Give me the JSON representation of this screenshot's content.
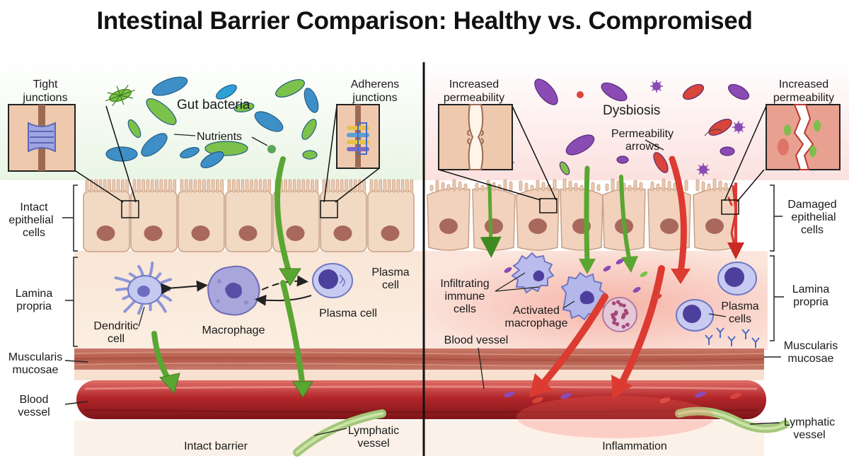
{
  "title": "Intestinal Barrier Comparison: Healthy vs. Compromised",
  "healthy": {
    "tight_junctions": [
      "Tight",
      "junctions"
    ],
    "adherens_junctions": [
      "Adherens",
      "junctions"
    ],
    "gut_bacteria": "Gut bacteria",
    "nutrients": "Nutrients",
    "intact_epithelial": [
      "Intact",
      "epithelial",
      "cells"
    ],
    "lamina_propria": [
      "Lamina",
      "propria"
    ],
    "dendritic_cell": [
      "Dendritic",
      "cell"
    ],
    "macrophage": "Macrophage",
    "plasma_cell_top": [
      "Plasma",
      "cell"
    ],
    "plasma_cell": "Plasma cell",
    "muscularis": [
      "Muscularis",
      "mucosae"
    ],
    "blood_vessel": [
      "Blood",
      "vessel"
    ],
    "lymphatic": [
      "Lymphatic",
      "vessel"
    ],
    "caption": "Intact barrier"
  },
  "compromised": {
    "increased_perm_left": [
      "Increased",
      "permeability"
    ],
    "increased_perm_right": [
      "Increased",
      "permeability"
    ],
    "dysbiosis": "Dysbiosis",
    "permeability_arrows": [
      "Permeability",
      "arrows"
    ],
    "damaged_epithelial": [
      "Damaged",
      "epithelial",
      "cells"
    ],
    "infiltrating": [
      "Infiltrating",
      "immune",
      "cells"
    ],
    "activated_macrophage": [
      "Activated",
      "macrophage"
    ],
    "plasma_cells": [
      "Plasma",
      "cells"
    ],
    "lamina_propria": [
      "Lamina",
      "propria"
    ],
    "blood_vessel": "Blood vessel",
    "muscularis": [
      "Muscularis",
      "mucosae"
    ],
    "lymphatic": [
      "Lymphatic",
      "vessel"
    ],
    "caption": "Inflammation"
  },
  "colors": {
    "epithelium": "#f1d9c3",
    "nucleus": "#a9685c",
    "muscle": "#b55a4a",
    "vessel": "#b3262a",
    "green_arrow": "#4f9a2c",
    "red_arrow": "#d7352e",
    "immune_cell": "#a8a8e0",
    "lymph": "#9cc46a"
  }
}
